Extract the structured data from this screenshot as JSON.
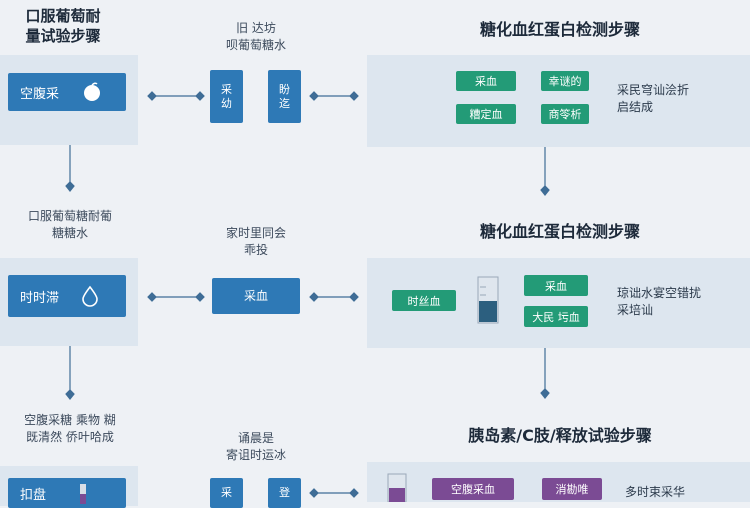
{
  "left": {
    "title": "口服葡萄耐\n量试验步骤",
    "rows": [
      {
        "button": "空腹采",
        "icon": "apple-icon"
      },
      {
        "caption": "口服葡萄糖耐葡\n糖糖水",
        "button": "时时滞",
        "icon": "drop-icon"
      },
      {
        "caption": "空腹采糖 乘物 糊\n既清然 侨叶哈成",
        "button": "扣盘",
        "icon": "tube-icon"
      }
    ]
  },
  "middle": {
    "rows": [
      {
        "caption": "旧 达坊\n呗葡萄糖水",
        "boxes": [
          "采\n幼",
          "盼\n迄"
        ]
      },
      {
        "caption": "家时里同会\n乖投",
        "box": "采血"
      },
      {
        "caption": "诵晨是\n寄诅时运冰",
        "boxes": [
          "采",
          "登"
        ]
      }
    ]
  },
  "right": {
    "sections": [
      {
        "title": "糖化血红蛋白检测步骤",
        "chips": [
          "采血",
          "幸谜的",
          "糟定血",
          "商笭析"
        ],
        "note": "采民穹讪浍折\n启结成"
      },
      {
        "title": "糖化血红蛋白检测步骤",
        "chips": [
          "时丝血",
          "采血",
          "大民 圬血"
        ],
        "note": "琼诎水宴空错扰\n采培讪"
      },
      {
        "title": "胰岛素/C肢/释放试验步骤",
        "chips": [
          "空腹采血",
          "消勘唯"
        ],
        "note": "多时束采华"
      }
    ]
  },
  "colors": {
    "blue": "#2e79b6",
    "green": "#239b77",
    "purple": "#7b4b94",
    "panel": "#dde6ef"
  }
}
